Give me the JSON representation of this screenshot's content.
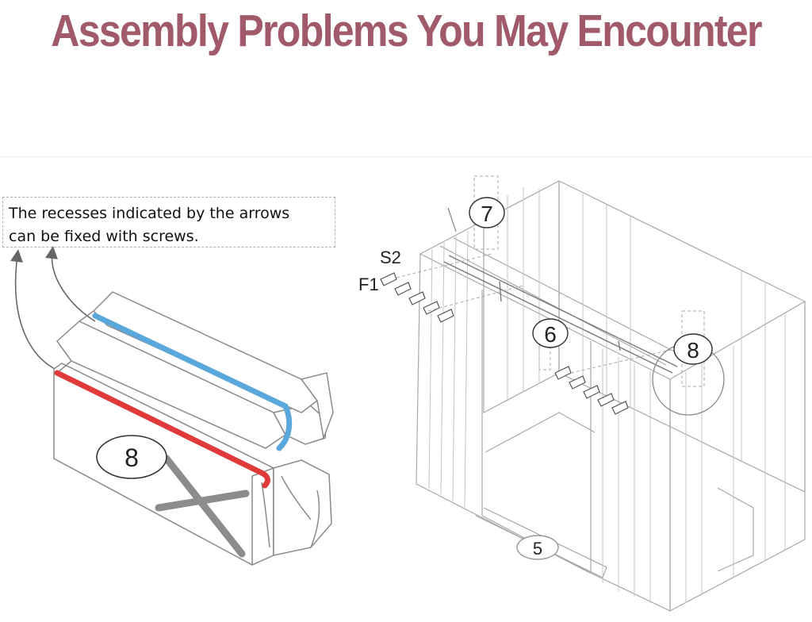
{
  "title": "Assembly Problems You May Encounter",
  "colors": {
    "title": "#a05a6a",
    "highlight_blue": "#5aa7dc",
    "highlight_red": "#e03a3a",
    "line": "#8a8a8a",
    "cross": "#8c8c8c"
  },
  "note": {
    "line1": "The recesses indicated by the arrows",
    "line2": "can be fixed with screws."
  },
  "detail": {
    "part_label": "8"
  },
  "shed": {
    "labels": {
      "part7": "7",
      "part6": "6",
      "part8": "8",
      "part5": "5",
      "screw_s2": "S2",
      "screw_f1": "F1"
    }
  }
}
